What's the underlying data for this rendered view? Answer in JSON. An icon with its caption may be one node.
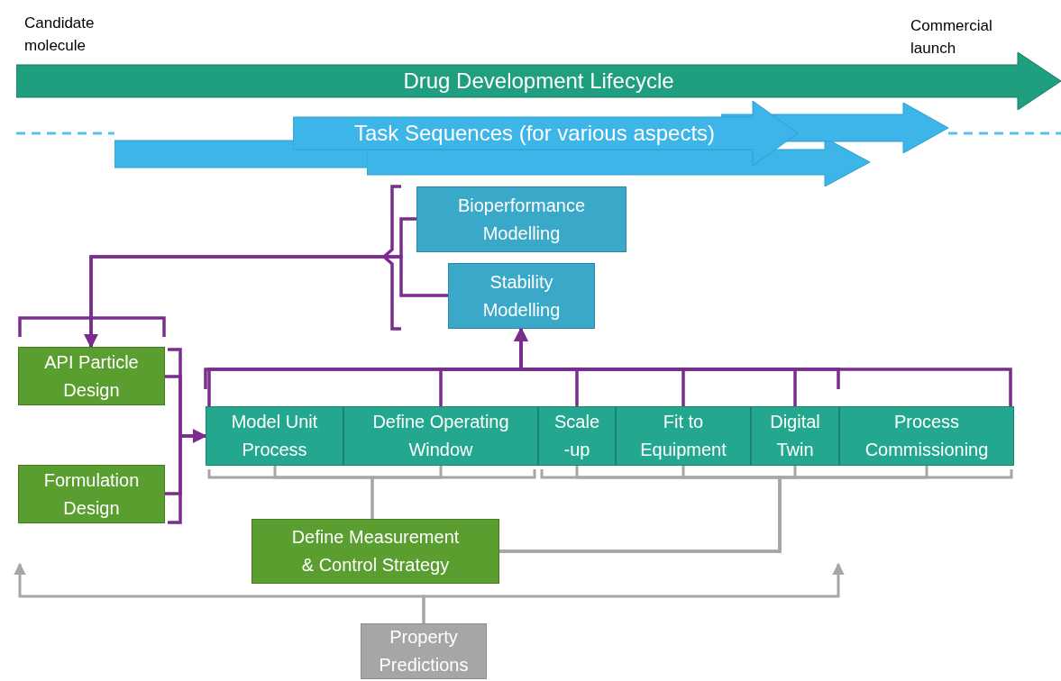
{
  "diagram": {
    "nodes": [
      {
        "text": [
          "Drug Development Lifecycle"
        ],
        "beside": [
          "Candidate molecule",
          "Commercial launch"
        ]
      },
      {
        "text": [
          "Task Sequences (for various aspects)"
        ]
      },
      {
        "text": [
          "Bioperformance Modelling"
        ]
      },
      {
        "text": [
          "Stability Modelling"
        ]
      },
      {
        "text": [
          "API Particle Design"
        ]
      },
      {
        "text": [
          "Formulation Design"
        ]
      },
      {
        "text": [
          "Model Unit Process"
        ]
      },
      {
        "text": [
          "Define Operating Window"
        ]
      },
      {
        "text": [
          "Scale -up"
        ]
      },
      {
        "text": [
          "Fit to Equipment"
        ]
      },
      {
        "text": [
          "Digital Twin"
        ]
      },
      {
        "text": [
          "Process Commissioning"
        ]
      },
      {
        "text": [
          "Define Measurement & Control Strategy"
        ]
      },
      {
        "text": [
          "Property Predictions"
        ]
      },
      {
        "text": [],
        "shape": "arrow"
      },
      {
        "text": [],
        "shape": "arrow"
      },
      {
        "text": [],
        "shape": "arrow"
      }
    ],
    "edges": [
      {
        "from": 2,
        "to": 4,
        "arrow": "to"
      },
      {
        "from": 3,
        "to": 4,
        "arrow": "to"
      },
      {
        "from": 4,
        "to": 6,
        "arrow": "to"
      },
      {
        "from": 5,
        "to": 6,
        "arrow": "to"
      },
      {
        "from": 6,
        "to": 3,
        "arrow": "to"
      },
      {
        "from": 7,
        "to": 3,
        "arrow": "to"
      },
      {
        "from": 8,
        "to": 3,
        "arrow": "to"
      },
      {
        "from": 9,
        "to": 3,
        "arrow": "to"
      },
      {
        "from": 10,
        "to": 3,
        "arrow": "to"
      },
      {
        "from": 11,
        "to": 3,
        "arrow": "to"
      },
      {
        "from": 6,
        "to": 12,
        "arrow": "none",
        "color": "#a6a6a6"
      },
      {
        "from": 7,
        "to": 12,
        "arrow": "none",
        "color": "#a6a6a6"
      },
      {
        "from": 8,
        "to": 12,
        "arrow": "none",
        "color": "#a6a6a6"
      },
      {
        "from": 9,
        "to": 12,
        "arrow": "none",
        "color": "#a6a6a6"
      },
      {
        "from": 10,
        "to": 12,
        "arrow": "none",
        "color": "#a6a6a6"
      },
      {
        "from": 11,
        "to": 12,
        "arrow": "none",
        "color": "#a6a6a6"
      },
      {
        "from": 13,
        "to": null,
        "arrow": "to",
        "color": "#a6a6a6"
      },
      {
        "from": 13,
        "to": null,
        "arrow": "to",
        "color": "#a6a6a6"
      }
    ]
  }
}
